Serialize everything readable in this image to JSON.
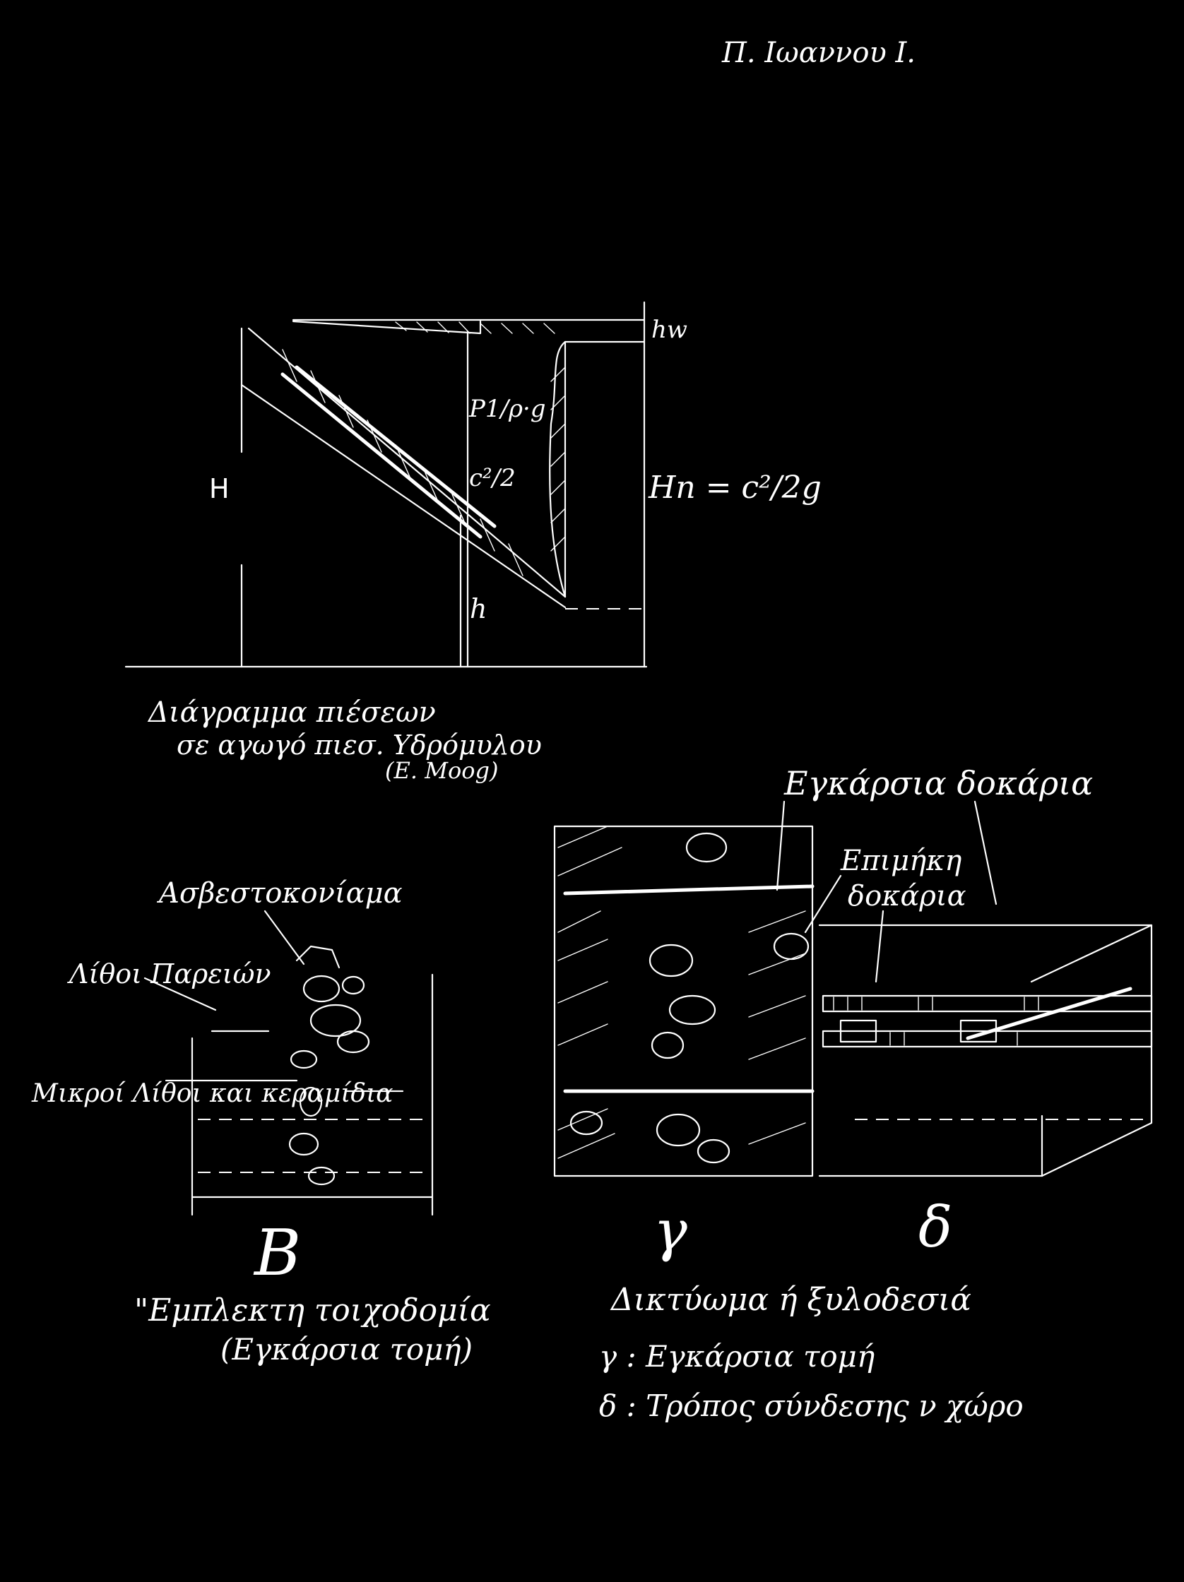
{
  "header": {
    "author": "Π. Ιωαννου Ι."
  },
  "figure_a": {
    "label_H": "H",
    "label_hw": "hw",
    "label_p": "P1/ρ·g",
    "label_c": "c²/2",
    "label_Hn": "Hn = c²/2g",
    "label_h": "h",
    "caption_line1": "Διάγραμμα πιέσεων",
    "caption_line2": "σε αγωγό πιεσ. Υδρόμυλου",
    "caption_line3": "(Ε. Μοοg)"
  },
  "figure_b": {
    "label_lime_mortar": "Ασβεστοκονίαμα",
    "label_stones": "Λίθοι Παρειών",
    "label_small_stones": "Μικροί Λίθοι και κεραμίδια",
    "letter": "Β",
    "caption_line1": "\"Εμπλεκτη τοιχοδομία",
    "caption_line2": "(Εγκάρσια τομή)"
  },
  "figure_gd": {
    "label_cross_beams": "Εγκάρσια δοκάρια",
    "label_long_beams_1": "Επιμήκη",
    "label_long_beams_2": "δοκάρια",
    "letter_g": "γ",
    "letter_d": "δ",
    "caption_line1": "Δικτύωμα ή ξυλοδεσιά",
    "caption_line2": "γ : Εγκάρσια τομή",
    "caption_line3": "δ : Τρόπος σύνδεσης ν χώρο"
  }
}
